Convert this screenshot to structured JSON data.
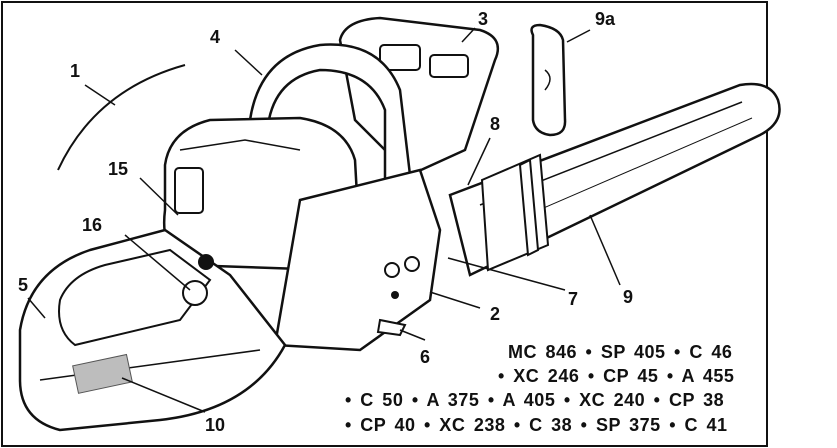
{
  "callouts": {
    "c1": "1",
    "c2": "2",
    "c3": "3",
    "c4": "4",
    "c5": "5",
    "c6": "6",
    "c7": "7",
    "c8": "8",
    "c9": "9",
    "c9a": "9a",
    "c10": "10",
    "c15": "15",
    "c16": "16"
  },
  "models": {
    "line1": "MC 846 • SP 405 • C 46",
    "line2": "• XC 246 • CP 45 • A 455",
    "line3": "• C 50 • A 375 • A 405 • XC 240 • CP 38",
    "line4": "• CP 40 • XC 238 • C 38 • SP 375 • C 41"
  },
  "colors": {
    "ink": "#111111",
    "label_plate": "#bdbdbd",
    "background": "#ffffff"
  }
}
